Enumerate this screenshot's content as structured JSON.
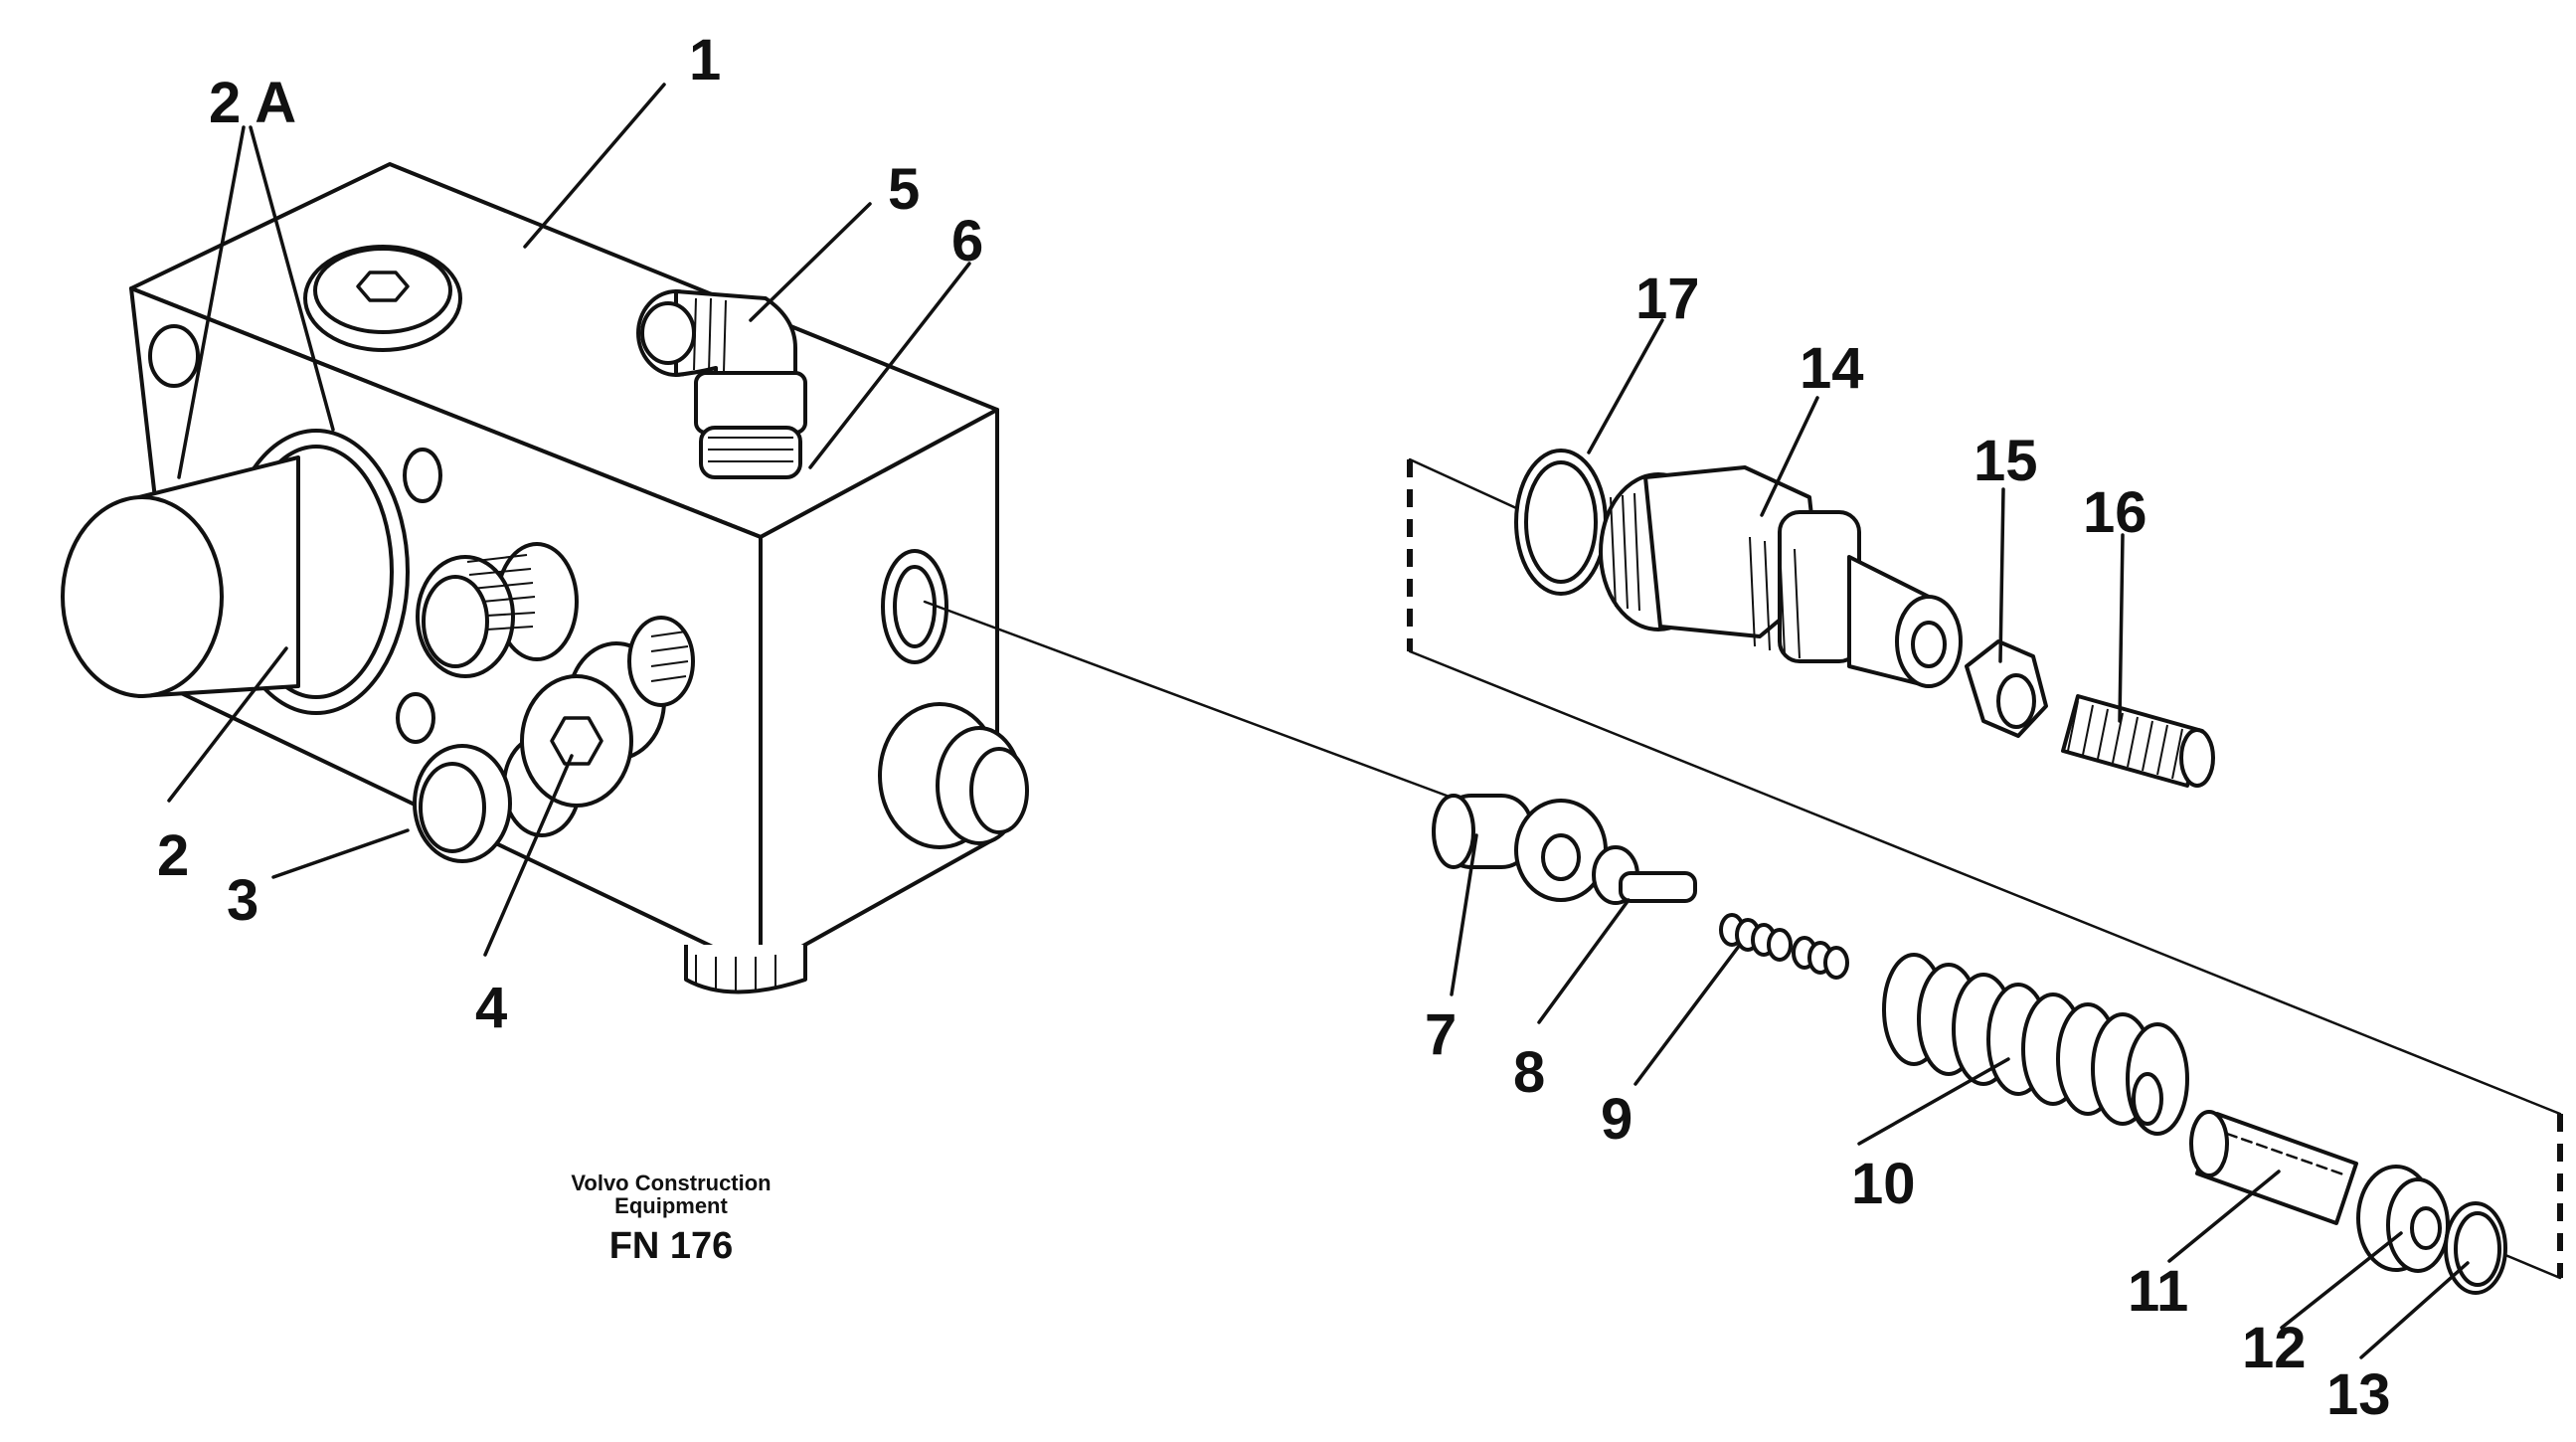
{
  "diagram": {
    "callouts": [
      "1",
      "2 A",
      "2",
      "3",
      "4",
      "5",
      "6",
      "7",
      "8",
      "9",
      "10",
      "11",
      "12",
      "13",
      "14",
      "15",
      "16",
      "17"
    ],
    "caption": {
      "line1": "Volvo Construction",
      "line2": "Equipment",
      "code": "FN 176"
    },
    "colors": {
      "ink": "#111111",
      "paper": "#ffffff"
    }
  }
}
